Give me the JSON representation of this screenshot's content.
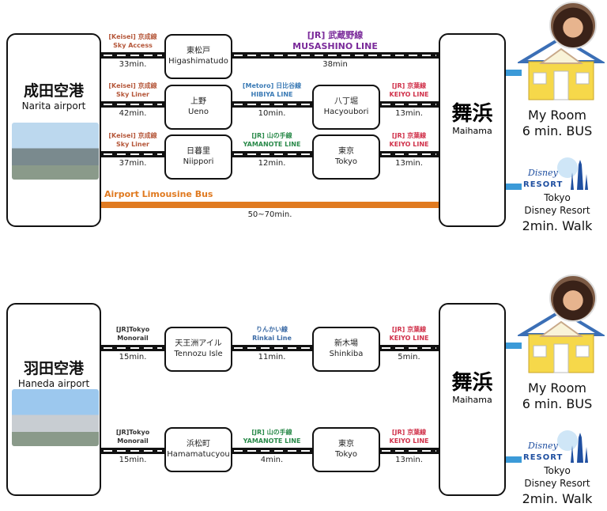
{
  "sections": [
    {
      "origin": {
        "ja": "成田空港",
        "en": "Narita airport"
      },
      "destination": {
        "ja": "舞浜",
        "en": "Maihama"
      },
      "rows": [
        {
          "stations": [
            {
              "ja": "東松戸",
              "en": "Higashimatudo"
            }
          ],
          "legs": [
            {
              "line1": "[Keisei] 京成線",
              "line2": "Sky Access",
              "time": "33min.",
              "color": "#b5573a"
            },
            {
              "line1": "[JR] 武蔵野線",
              "line2": "MUSASHINO LINE",
              "time": "38min",
              "color": "#7a2a9a"
            }
          ]
        },
        {
          "stations": [
            {
              "ja": "上野",
              "en": "Ueno"
            },
            {
              "ja": "八丁堀",
              "en": "Hacyoubori"
            }
          ],
          "legs": [
            {
              "line1": "[Keisei] 京成線",
              "line2": "Sky Liner",
              "time": "42min.",
              "color": "#b5573a"
            },
            {
              "line1": "[Metoro] 日比谷線",
              "line2": "HIBIYA LINE",
              "time": "10min.",
              "color": "#3a7ab5"
            },
            {
              "line1": "[JR] 京葉線",
              "line2": "KEIYO LINE",
              "time": "13min.",
              "color": "#d0314a"
            }
          ]
        },
        {
          "stations": [
            {
              "ja": "日暮里",
              "en": "Niippori"
            },
            {
              "ja": "東京",
              "en": "Tokyo"
            }
          ],
          "legs": [
            {
              "line1": "[Keisei] 京成線",
              "line2": "Sky Liner",
              "time": "37min.",
              "color": "#b5573a"
            },
            {
              "line1": "[JR] 山の手線",
              "line2": "YAMANOTE LINE",
              "time": "12min.",
              "color": "#2a8a4a"
            },
            {
              "line1": "[JR] 京葉線",
              "line2": "KEIYO LINE",
              "time": "13min.",
              "color": "#d0314a"
            }
          ]
        }
      ],
      "bus": {
        "label": "Airport Limousine Bus",
        "time": "50~70min.",
        "color": "#e07a20"
      },
      "right": {
        "room": "My Room",
        "room_access": "6 min. BUS",
        "logo_text": "RESORT",
        "resort1": "Tokyo",
        "resort2": "Disney Resort",
        "resort_access": "2min. Walk"
      }
    },
    {
      "origin": {
        "ja": "羽田空港",
        "en": "Haneda airport"
      },
      "destination": {
        "ja": "舞浜",
        "en": "Maihama"
      },
      "rows": [
        {
          "stations": [
            {
              "ja": "天王洲アイル",
              "en": "Tennozu Isle"
            },
            {
              "ja": "新木場",
              "en": "Shinkiba"
            }
          ],
          "legs": [
            {
              "line1": "[JR]Tokyo",
              "line2": "Monorail",
              "time": "15min.",
              "color": "#333333"
            },
            {
              "line1": "りんかい線",
              "line2": "Rinkai Line",
              "time": "11min.",
              "color": "#3a6aa5"
            },
            {
              "line1": "[JR] 京葉線",
              "line2": "KEIYO LINE",
              "time": "5min.",
              "color": "#d0314a"
            }
          ]
        },
        {
          "stations": [
            {
              "ja": "浜松町",
              "en": "Hamamatucyou"
            },
            {
              "ja": "東京",
              "en": "Tokyo"
            }
          ],
          "legs": [
            {
              "line1": "[JR]Tokyo",
              "line2": "Monorail",
              "time": "15min.",
              "color": "#333333"
            },
            {
              "line1": "[JR] 山の手線",
              "line2": "YAMANOTE LINE",
              "time": "4min.",
              "color": "#2a8a4a"
            },
            {
              "line1": "[JR] 京葉線",
              "line2": "KEIYO LINE",
              "time": "13min.",
              "color": "#d0314a"
            }
          ]
        }
      ],
      "right": {
        "room": "My Room",
        "room_access": "6 min. BUS",
        "logo_text": "RESORT",
        "resort1": "Tokyo",
        "resort2": "Disney Resort",
        "resort_access": "2min. Walk"
      }
    }
  ]
}
